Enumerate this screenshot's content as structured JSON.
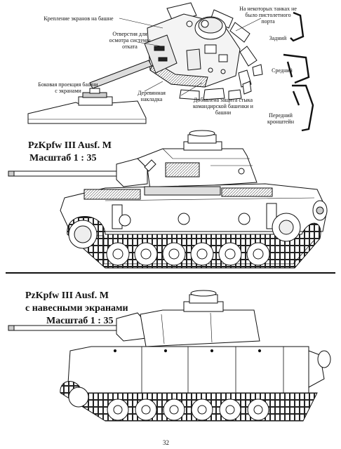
{
  "callouts": {
    "mount": "Крепление экранов на башне",
    "holes": "Отверстия для осмотра системы отката",
    "some_tanks": "На некоторых танках не было пистолетного порта",
    "rear": "Задний",
    "middle": "Средний",
    "front": "Передний кронштейн",
    "side_view": "Боковая проекция башни с экранами",
    "wood": "Деревянная накладка",
    "added": "Добавлена защита стыка командирской башенки и башни"
  },
  "plate1": {
    "line1": "PzKpfw III Ausf. M",
    "line2": "Масштаб 1 : 35"
  },
  "plate2": {
    "line1": "PzKpfw III Ausf. M",
    "line2": "с навесными экранами",
    "line3": "Масштаб 1 : 35"
  },
  "page_number": "32",
  "colors": {
    "ink": "#111111",
    "paper": "#ffffff",
    "shade": "#bdbdbd"
  }
}
